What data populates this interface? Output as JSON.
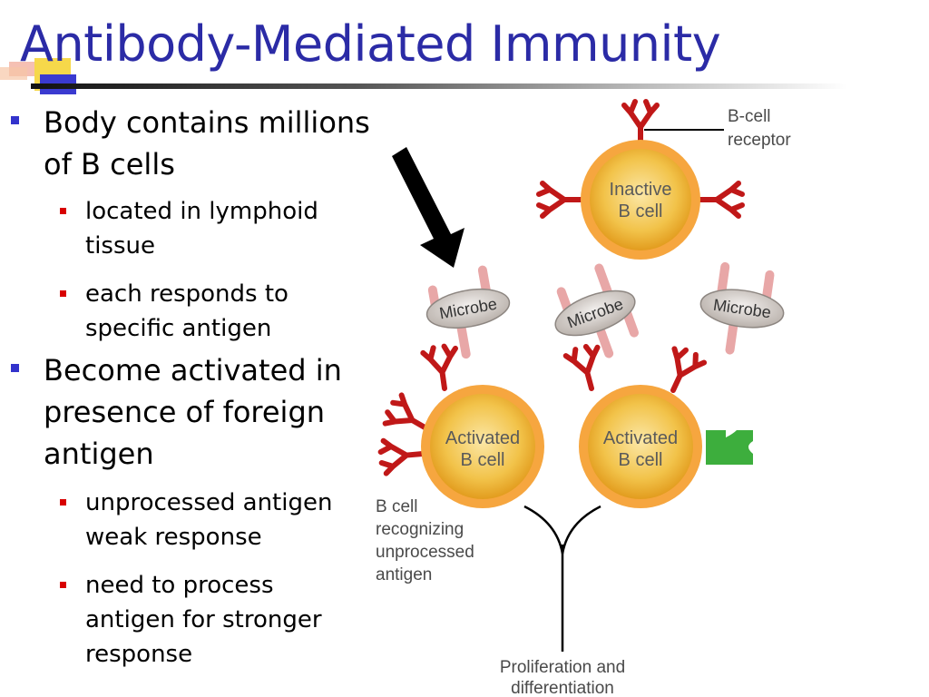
{
  "slide": {
    "title": "Antibody-Mediated Immunity",
    "bullets": [
      {
        "text": "Body contains millions\nof B cells",
        "sub": [
          "located in lymphoid\ntissue",
          "each responds to\nspecific antigen"
        ]
      },
      {
        "text": "Become activated in\npresence of foreign\nantigen",
        "sub": [
          "unprocessed antigen\nweak response",
          "need to process\nantigen for stronger\nresponse"
        ]
      }
    ]
  },
  "diagram": {
    "receptor_label_line1": "B-cell",
    "receptor_label_line2": "receptor",
    "inactive_line1": "Inactive",
    "inactive_line2": "B cell",
    "microbe_label": "Microbe",
    "activated_line1": "Activated",
    "activated_line2": "B cell",
    "recognizing_lines": [
      "B cell",
      "recognizing",
      "unprocessed",
      "antigen"
    ],
    "proliferation_line1": "Proliferation and",
    "proliferation_line2": "differentiation"
  },
  "colors": {
    "title": "#2b2ba6",
    "bullet_l1": "#3333cc",
    "bullet_l2": "#d80000",
    "cell_fill": "#f2b830",
    "cell_ring": "#f5a23a",
    "receptor": "#c01818",
    "microbe_body": "#c8c2be",
    "microbe_spike": "#e8a7a7",
    "antigen_green": "#3dae3d"
  }
}
